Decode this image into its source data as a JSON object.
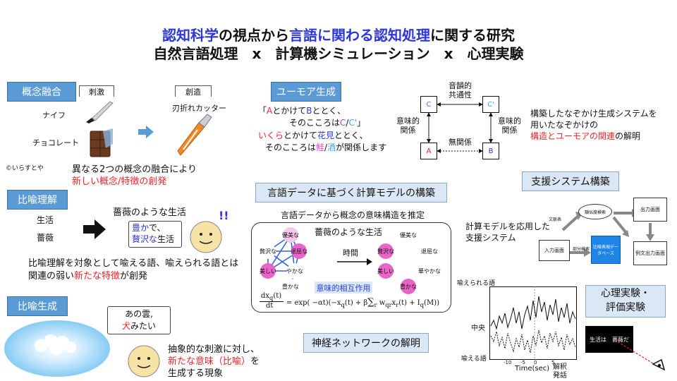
{
  "title": {
    "line1": {
      "a": "認知科学",
      "b": "の視点から",
      "c": "言語に関わる認知処理",
      "d": "に関する研究"
    },
    "line2": "自然言語処理　x　計算機シミュレーション　x　心理実験"
  },
  "concept_fusion": {
    "label": "概念融合",
    "stimulus_label": "刺激",
    "creation_label": "創造",
    "item1": "ナイフ",
    "item2": "チョコレート",
    "result": "刃折れカッター",
    "credit": "©いらすとや",
    "desc1": "異なる2つの概念の融合により",
    "desc2": "新しい概念/特徴の創発"
  },
  "metaphor_understanding": {
    "label": "比喩理解",
    "word1": "生活",
    "word2": "薔薇",
    "phrase": "薔薇のような生活",
    "bubble_a": "豊か",
    "bubble_b": "で、",
    "bubble_c": "贅沢な",
    "bubble_d": "生活",
    "exclaim": "!!",
    "desc1a": "比喩理解を対象として喩える語、喩えられる語とは",
    "desc2a": "関連の弱い",
    "desc2b": "新たな特徴",
    "desc2c": "が創発"
  },
  "metaphor_generation": {
    "label": "比喩生成",
    "bubble1": "あの雲,",
    "bubble2a": "犬",
    "bubble2b": "みたい",
    "desc1": "抽象的な刺激に対し、",
    "desc2a": "新たな意味（比喩）",
    "desc2b": "を",
    "desc3": "生成する現象"
  },
  "humor": {
    "label": "ユーモア生成",
    "line1": {
      "a": "「",
      "b": "A",
      "c": "とかけて",
      "d": "B",
      "e": "ととく、"
    },
    "line2": {
      "a": "そのこころは",
      "b": "C",
      "c": "/",
      "d": "C'",
      "e": "」"
    },
    "line3": {
      "a": "いくら",
      "b": "とかけて",
      "c": "花見",
      "d": "ととく、"
    },
    "line4": {
      "a": "そのこころは",
      "b": "鮭",
      "c": "/",
      "d": "酒",
      "e": "が関係します"
    }
  },
  "relation_diagram": {
    "top_label1": "音韻的",
    "top_label2": "共通性",
    "left_label1": "意味的",
    "left_label2": "関係",
    "right_label1": "意味的",
    "right_label2": "関係",
    "bottom_label": "無関係",
    "node_c": "C",
    "node_c2": "C'",
    "node_a": "A",
    "node_b": "B"
  },
  "humor_desc": {
    "line1": "構築したなぞかけ生成システムを",
    "line2": "用いたなぞかけの",
    "line3a": "構造とユーモアの関連",
    "line3b": "の解明"
  },
  "computational_model": {
    "header": "言語データに基づく計算モデルの構築",
    "subtitle": "言語データから概念の意味構造を推定",
    "phrase": "薔薇のような生活",
    "time_label": "時間",
    "interaction": "意味的相互作用",
    "nodes_left": [
      "優美な",
      "贅沢な",
      "退屈な",
      "美しい",
      "やかな",
      "豊かな"
    ],
    "nodes_right": [
      "優美な",
      "贅沢な",
      "退屈な",
      "美しい",
      "華やかな",
      "豊かな"
    ],
    "equation": {
      "dx": "dx",
      "sub_q": "q",
      "t_paren": "(t)",
      "dt": "dt",
      "rhs": "= exp( −αt)(−x",
      "rhs2": "(t) + β",
      "sum": "∑",
      "sum_sub": "r",
      "w": "w",
      "w_sub": "qr",
      "xr": "x",
      "xr_sub": "r",
      "xr_t": "(t) + I",
      "i_sub": "q",
      "end": "(M))"
    }
  },
  "neural": {
    "label": "神経ネットワークの解明"
  },
  "support": {
    "label": "支援システム構築",
    "desc1": "計算モデルを応用した",
    "desc2": "支援システム",
    "box_input": "入力画面",
    "box_output": "出力画面",
    "box_db": "比喩表現データベース",
    "box_example": "例文出力画面",
    "box_search": "類似度検索",
    "small_label1": "文脈表",
    "small_label2": "部分検索"
  },
  "experiment": {
    "label1": "心理実験・",
    "label2": "評価実験",
    "y_top": "喩えられる語",
    "y_mid": "中央",
    "y_bottom": "喩える語",
    "x_label": "Time(sec)",
    "x_right1": "解釈",
    "x_right2": "発話",
    "x_ticks": [
      "-10",
      "-5",
      "0",
      "5"
    ],
    "screen_text": "生活は　薔薇だ"
  },
  "colors": {
    "header_blue": "#5b9bd5",
    "section_bg": "#dae8f6",
    "emphasis_red": "#e8242a",
    "title_blue": "#2b37d9",
    "node_pink": "#e964c7"
  },
  "icons": [
    "knife-icon",
    "chocolate-icon",
    "cutter-icon",
    "arrow-right-icon",
    "smiley-face-icon",
    "cloud-icon",
    "eye-icon"
  ]
}
